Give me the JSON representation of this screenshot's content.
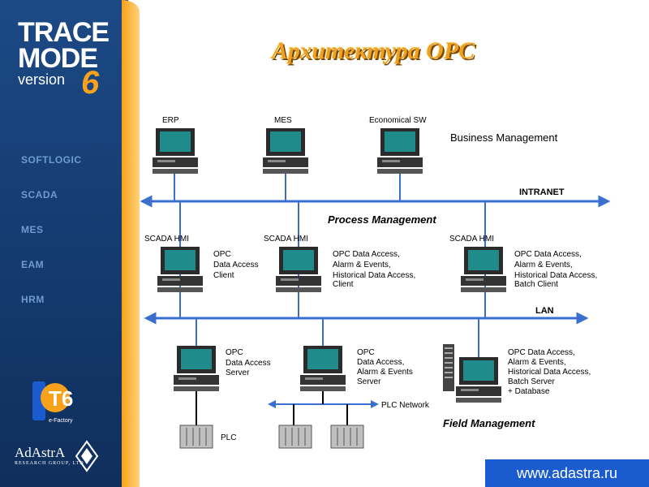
{
  "sidebar": {
    "logo": {
      "line1": "TRACE",
      "line2": "MODE",
      "line3": "version",
      "version": "6"
    },
    "menu": [
      "SOFTLOGIC",
      "SCADA",
      "MES",
      "EAM",
      "HRM"
    ],
    "badge": {
      "main": "T6",
      "sub": "e-Factory"
    },
    "company": {
      "name": "AdAstrA",
      "sub": "RESEARCH GROUP, LTD"
    }
  },
  "title": "Архитектура OPC",
  "website": "www.adastra.ru",
  "diagram": {
    "business": {
      "ws": [
        "ERP",
        "MES",
        "Economical SW"
      ],
      "label": "Business Management"
    },
    "intranet": "INTRANET",
    "process_label": "Process Management",
    "process": [
      {
        "tag": "SCADA HMI",
        "lines": [
          "OPC",
          "Data Access",
          "Client"
        ]
      },
      {
        "tag": "SCADA HMI",
        "lines": [
          "OPC Data Access,",
          "Alarm & Events,",
          "Historical Data Access,",
          "Client"
        ]
      },
      {
        "tag": "SCADA HMI",
        "lines": [
          "OPC Data Access,",
          "Alarm & Events,",
          "Historical Data Access,",
          "Batch Client"
        ]
      }
    ],
    "lan": "LAN",
    "field": [
      {
        "lines": [
          "OPC",
          "Data Access",
          "Server"
        ]
      },
      {
        "lines": [
          "OPC",
          "Data Access,",
          "Alarm & Events",
          "Server"
        ]
      },
      {
        "lines": [
          "OPC Data Access,",
          "Alarm & Events,",
          "Historical Data Access,",
          "Batch Server",
          "+ Database"
        ]
      }
    ],
    "plc": "PLC",
    "plc_network": "PLC Network",
    "field_label": "Field Management"
  }
}
